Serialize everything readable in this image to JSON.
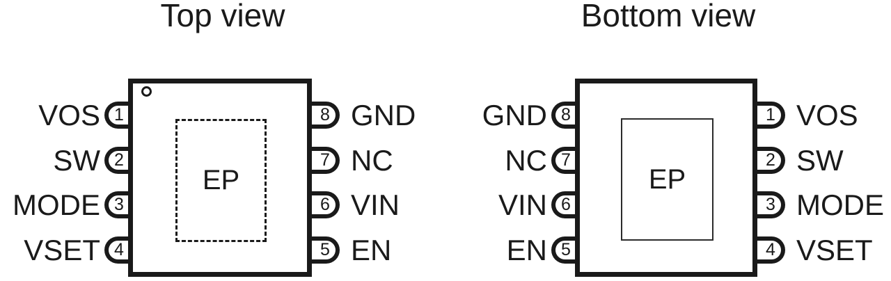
{
  "diagram": {
    "package_label": "EP",
    "index_dot": "pin1-index-dot"
  },
  "views": [
    {
      "id": "top",
      "title": "Top view",
      "ep_label": "EP",
      "ep_style": "dashed",
      "has_index_dot": true,
      "left_pins": [
        {
          "number": "1",
          "name": "VOS"
        },
        {
          "number": "2",
          "name": "SW"
        },
        {
          "number": "3",
          "name": "MODE"
        },
        {
          "number": "4",
          "name": "VSET"
        }
      ],
      "right_pins": [
        {
          "number": "8",
          "name": "GND"
        },
        {
          "number": "7",
          "name": "NC"
        },
        {
          "number": "6",
          "name": "VIN"
        },
        {
          "number": "5",
          "name": "EN"
        }
      ]
    },
    {
      "id": "bottom",
      "title": "Bottom view",
      "ep_label": "EP",
      "ep_style": "solid",
      "has_index_dot": false,
      "left_pins": [
        {
          "number": "8",
          "name": "GND"
        },
        {
          "number": "7",
          "name": "NC"
        },
        {
          "number": "6",
          "name": "VIN"
        },
        {
          "number": "5",
          "name": "EN"
        }
      ],
      "right_pins": [
        {
          "number": "1",
          "name": "VOS"
        },
        {
          "number": "2",
          "name": "SW"
        },
        {
          "number": "3",
          "name": "MODE"
        },
        {
          "number": "4",
          "name": "VSET"
        }
      ]
    }
  ],
  "colors": {
    "ink": "#1a1a1a",
    "background": "#ffffff"
  }
}
